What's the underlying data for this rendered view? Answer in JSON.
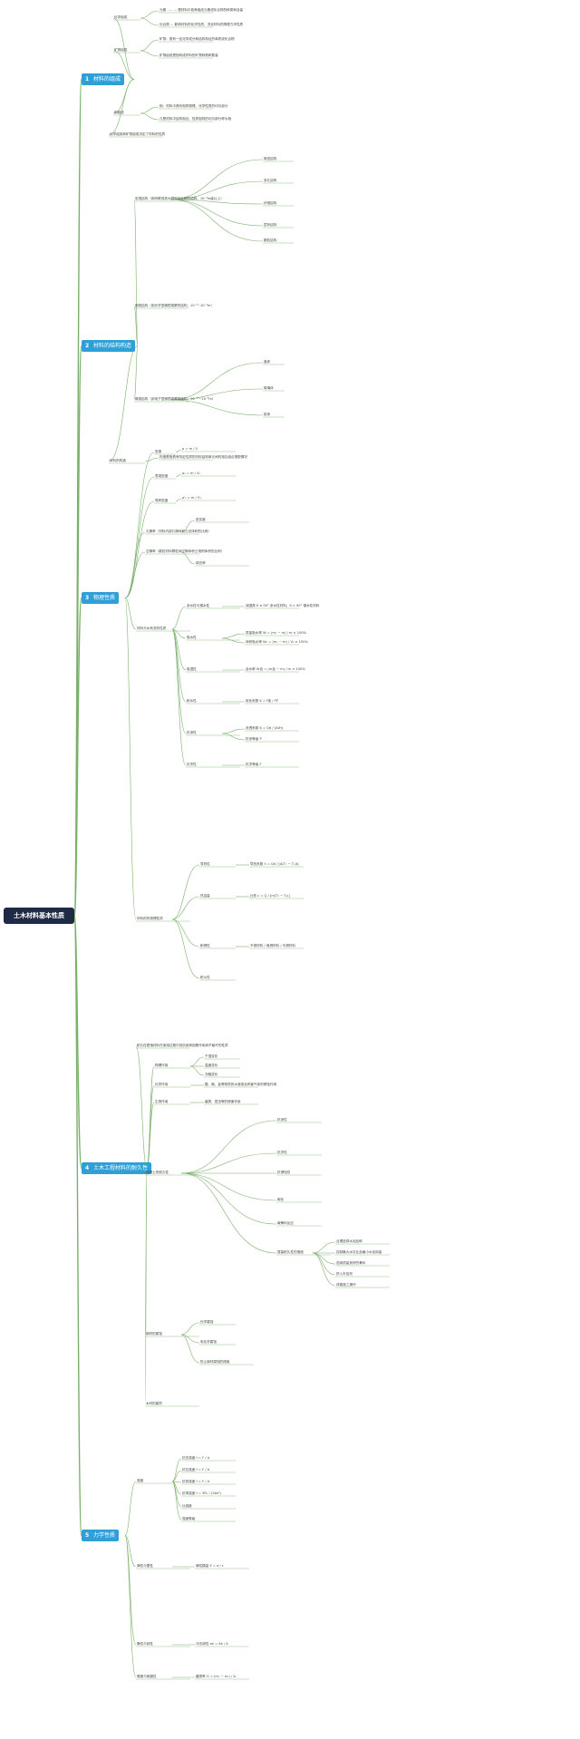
{
  "root": "土木材料基本性质",
  "colors": {
    "line": "#7ab06b",
    "branch": "#2f9fd8",
    "root": "#1f2a44"
  },
  "branches": [
    {
      "num": "1",
      "label": "材料的组成"
    },
    {
      "num": "2",
      "label": "材料的结构构造"
    },
    {
      "num": "3",
      "label": "物理性质"
    },
    {
      "num": "4",
      "label": "土木工程材料的耐久性"
    },
    {
      "num": "5",
      "label": "力学性质"
    }
  ],
  "nodes": [
    {
      "text": "化学组成"
    },
    {
      "text": "矿物组成"
    },
    {
      "text": "相组成"
    },
    {
      "text": "元素 ……… 是材料中各种组成元素或化合物的种类和含量"
    },
    {
      "text": "化合物 … 影响材料的化学性质，决定材料的物理力学性质"
    },
    {
      "text": "矿物：具有一定化学成分和结构特征的单质或化合物"
    },
    {
      "text": "矿物组成是指构成材料的矿物种类和数量"
    },
    {
      "text": "相：材料中具有相同物理、化学性质的均匀部分"
    },
    {
      "text": "凡是材料中结构相近、性质相同的均匀部分称为相"
    },
    {
      "text": "化学组成和矿物组成决定了材料的性质"
    },
    {
      "text": "宏观结构（用肉眼或放大镜即可分辨的结构，10⁻³m级以上）"
    },
    {
      "text": "致密结构"
    },
    {
      "text": "多孔结构"
    },
    {
      "text": "纤维结构"
    },
    {
      "text": "层状结构"
    },
    {
      "text": "散粒结构"
    },
    {
      "text": "细观结构（用光学显微镜观察的结构，10⁻⁶~10⁻³m）"
    },
    {
      "text": "微观结构（用电子显微镜观察的结构，10⁻¹⁰~10⁻⁶m）"
    },
    {
      "text": "晶体"
    },
    {
      "text": "玻璃体"
    },
    {
      "text": "胶体"
    },
    {
      "text": "材料的构造"
    },
    {
      "text": "构造是指具有特定性质的材料结构单元间的相互组合搭配情况"
    },
    {
      "text": "密度"
    },
    {
      "text": "表观密度"
    },
    {
      "text": "堆积密度"
    },
    {
      "text": "ρ = m / V"
    },
    {
      "text": "ρ₀ = m / V₀"
    },
    {
      "text": "ρ′₀ = m / V′₀"
    },
    {
      "text": "孔隙率（材料内部孔隙体积占总体积的比例）"
    },
    {
      "text": "空隙率（散粒材料颗粒间空隙体积占堆积体积的比例）"
    },
    {
      "text": "密实度"
    },
    {
      "text": "填充率"
    },
    {
      "text": "材料与水有关的性质"
    },
    {
      "text": "亲水性与憎水性"
    },
    {
      "text": "吸水性"
    },
    {
      "text": "吸湿性"
    },
    {
      "text": "耐水性"
    },
    {
      "text": "抗渗性"
    },
    {
      "text": "抗冻性"
    },
    {
      "text": "润湿角 θ ≤ 90° 亲水性材料；θ > 90° 憎水性材料"
    },
    {
      "text": "质量吸水率 W = (m₁ − m) / m × 100%"
    },
    {
      "text": "体积吸水率 W₀ = (m₁ − m) / V₀ × 100%"
    },
    {
      "text": "含水率 W含 = (m含 − m) / m × 100%"
    },
    {
      "text": "软化系数 K = f饱 / f干"
    },
    {
      "text": "渗透系数 K = Qd / (AtH)"
    },
    {
      "text": "抗渗等级 P"
    },
    {
      "text": "抗冻等级 F"
    },
    {
      "text": "材料的热物理性质"
    },
    {
      "text": "导热性"
    },
    {
      "text": "热容量"
    },
    {
      "text": "耐燃性"
    },
    {
      "text": "耐火性"
    },
    {
      "text": "导热系数 λ = Qd / [A(T₁ − T₂)t]"
    },
    {
      "text": "比热 c = Q / [m(T₁ − T₂)]"
    },
    {
      "text": "不燃材料 / 难燃材料 / 可燃材料"
    },
    {
      "text": "耐久性是指材料在使用过程中抵抗各种因素作用而不破坏的性质"
    },
    {
      "text": "物理作用"
    },
    {
      "text": "化学作用"
    },
    {
      "text": "生物作用"
    },
    {
      "text": "干湿变化"
    },
    {
      "text": "温度变化"
    },
    {
      "text": "冻融变化"
    },
    {
      "text": "酸、碱、盐等物质的水溶液及有害气体的侵蚀作用"
    },
    {
      "text": "菌类、昆虫等的侵害作用"
    },
    {
      "text": "混凝土的耐久性"
    },
    {
      "text": "抗渗性"
    },
    {
      "text": "抗冻性"
    },
    {
      "text": "抗侵蚀性"
    },
    {
      "text": "碳化"
    },
    {
      "text": "碱骨料反应"
    },
    {
      "text": "提高耐久性的措施"
    },
    {
      "text": "合理选择水泥品种"
    },
    {
      "text": "控制最大水灰比及最小水泥用量"
    },
    {
      "text": "选用质量良好的骨料"
    },
    {
      "text": "掺入外加剂"
    },
    {
      "text": "改善施工操作"
    },
    {
      "text": "钢材的腐蚀"
    },
    {
      "text": "化学腐蚀"
    },
    {
      "text": "电化学腐蚀"
    },
    {
      "text": "防止钢材腐蚀的措施"
    },
    {
      "text": "木材的腐朽"
    },
    {
      "text": "强度"
    },
    {
      "text": "抗压强度 f = F / A"
    },
    {
      "text": "抗拉强度 f = F / A"
    },
    {
      "text": "抗剪强度 f = F / A"
    },
    {
      "text": "抗弯强度 f = 3FL / (2bh²)"
    },
    {
      "text": "比强度"
    },
    {
      "text": "强度等级"
    },
    {
      "text": "弹性与塑性"
    },
    {
      "text": "弹性模量 E = σ / ε"
    },
    {
      "text": "脆性与韧性"
    },
    {
      "text": "硬度与耐磨性"
    },
    {
      "text": "冲击韧性 αk = Ak / A"
    },
    {
      "text": "磨损率 G = (m₁ − m₂) / A"
    }
  ]
}
